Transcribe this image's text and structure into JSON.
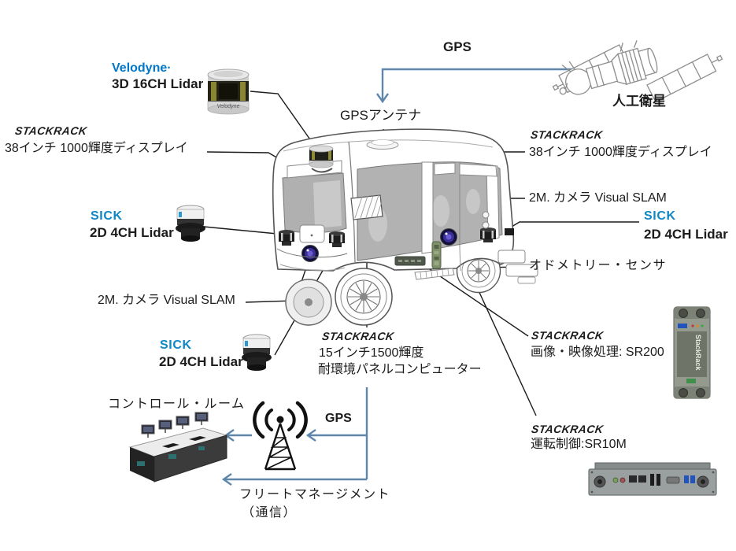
{
  "colors": {
    "arrow_blue": "#5f86ab",
    "sick_blue": "#0e87c5",
    "velodyne_blue": "#0077c8",
    "leader_line": "#1c1c1c"
  },
  "vehicle_components": {
    "roof_lidar": {
      "brand": "Velodyne·",
      "model": "3D 16CH Lidar",
      "device_label": "Velodyne"
    },
    "front_display": {
      "logo": "STACKRACK",
      "label": "38インチ 1000輝度ディスプレイ"
    },
    "side_display": {
      "logo": "STACKRACK",
      "label": "38インチ 1000輝度ディスプレイ"
    },
    "front_left_lidar": {
      "brand": "SICK",
      "model": "2D 4CH Lidar"
    },
    "front_right_lidar": {
      "brand": "SICK",
      "model": "2D 4CH Lidar"
    },
    "rear_lidar": {
      "brand": "SICK",
      "model": "2D 4CH Lidar"
    },
    "front_camera": {
      "label": "2M. カメラ Visual SLAM"
    },
    "side_camera": {
      "label": "2M. カメラ Visual SLAM"
    },
    "gps_antenna": {
      "label": "GPSアンテナ"
    },
    "odometry_sensor": {
      "label": "オドメトリー・センサ"
    },
    "panel_pc": {
      "logo": "STACKRACK",
      "label_line1": "15インチ1500輝度",
      "label_line2": "耐環境パネルコンピューター"
    },
    "image_processor": {
      "logo": "STACKRACK",
      "label": "画像・映像処理: SR200",
      "device_label": "StackRack"
    },
    "drive_controller": {
      "logo": "STACKRACK",
      "label": "運転制御:SR10M"
    }
  },
  "links": {
    "gps_downlink": {
      "label": "GPS"
    },
    "gps_ground": {
      "label": "GPS"
    },
    "satellite": {
      "label": "人工衛星"
    },
    "control_room": {
      "label": "コントロール・ルーム"
    },
    "fleet_management": {
      "line1": "フリートマネージメント",
      "line2": "（通信）"
    }
  }
}
